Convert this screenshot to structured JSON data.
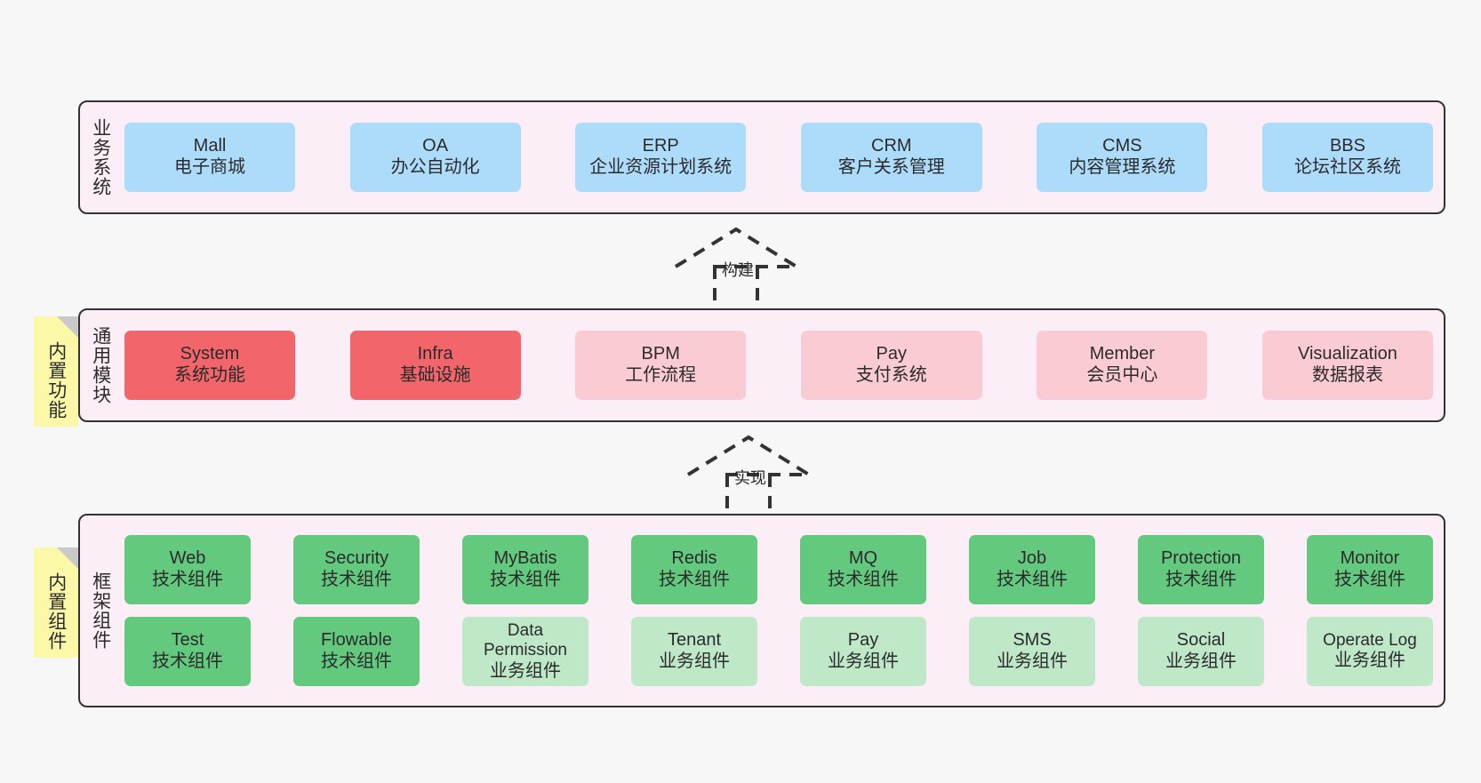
{
  "diagram": {
    "background": "#f7f7f7",
    "layers": [
      {
        "id": "business",
        "title": "业务系统",
        "band_color": "#fbeef7",
        "card_color": "#addcfb",
        "cards": [
          {
            "en": "Mall",
            "cn": "电子商城"
          },
          {
            "en": "OA",
            "cn": "办公自动化"
          },
          {
            "en": "ERP",
            "cn": "企业资源计划系统"
          },
          {
            "en": "CRM",
            "cn": "客户关系管理"
          },
          {
            "en": "CMS",
            "cn": "内容管理系统"
          },
          {
            "en": "BBS",
            "cn": "论坛社区系统"
          }
        ]
      },
      {
        "id": "common",
        "title": "通用模块",
        "note": "内置功能",
        "band_color": "#fbeef7",
        "cards": [
          {
            "en": "System",
            "cn": "系统功能",
            "color": "#f2656a"
          },
          {
            "en": "Infra",
            "cn": "基础设施",
            "color": "#f2656a"
          },
          {
            "en": "BPM",
            "cn": "工作流程",
            "color": "#fbcbd3"
          },
          {
            "en": "Pay",
            "cn": "支付系统",
            "color": "#fbcbd3"
          },
          {
            "en": "Member",
            "cn": "会员中心",
            "color": "#fbcbd3"
          },
          {
            "en": "Visualization",
            "cn": "数据报表",
            "color": "#fbcbd3"
          }
        ]
      },
      {
        "id": "framework",
        "title": "框架组件",
        "note": "内置组件",
        "band_color": "#fbeef7",
        "row1": [
          {
            "en": "Web",
            "cn": "技术组件",
            "color": "#63c97e"
          },
          {
            "en": "Security",
            "cn": "技术组件",
            "color": "#63c97e"
          },
          {
            "en": "MyBatis",
            "cn": "技术组件",
            "color": "#63c97e"
          },
          {
            "en": "Redis",
            "cn": "技术组件",
            "color": "#63c97e"
          },
          {
            "en": "MQ",
            "cn": "技术组件",
            "color": "#63c97e"
          },
          {
            "en": "Job",
            "cn": "技术组件",
            "color": "#63c97e"
          },
          {
            "en": "Protection",
            "cn": "技术组件",
            "color": "#63c97e"
          },
          {
            "en": "Monitor",
            "cn": "技术组件",
            "color": "#63c97e"
          }
        ],
        "row2": [
          {
            "en": "Test",
            "cn": "技术组件",
            "color": "#63c97e"
          },
          {
            "en": "Flowable",
            "cn": "技术组件",
            "color": "#63c97e"
          },
          {
            "en": "Data Permission",
            "cn": "业务组件",
            "color": "#bfe8c9"
          },
          {
            "en": "Tenant",
            "cn": "业务组件",
            "color": "#bfe8c9"
          },
          {
            "en": "Pay",
            "cn": "业务组件",
            "color": "#bfe8c9"
          },
          {
            "en": "SMS",
            "cn": "业务组件",
            "color": "#bfe8c9"
          },
          {
            "en": "Social",
            "cn": "业务组件",
            "color": "#bfe8c9"
          },
          {
            "en": "Operate Log",
            "cn": "业务组件",
            "color": "#bfe8c9"
          }
        ]
      }
    ],
    "connectors": [
      {
        "id": "build",
        "label": "构建"
      },
      {
        "id": "implement",
        "label": "实现"
      }
    ]
  }
}
